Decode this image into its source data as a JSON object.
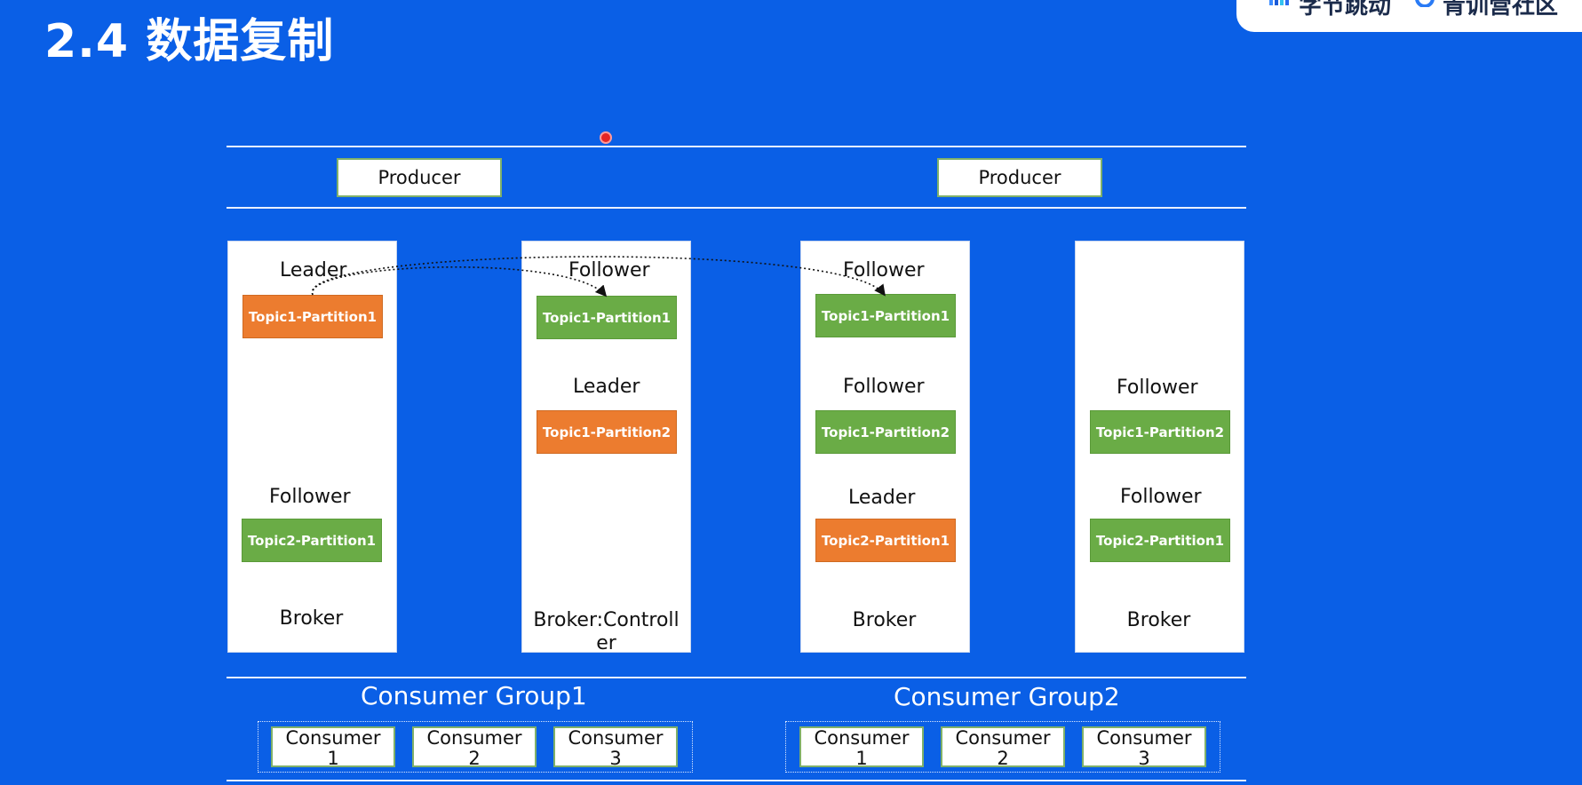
{
  "title": "2.4 数据复制",
  "logo": {
    "left_text": "字节跳动",
    "right_text": "青训营社区"
  },
  "producers": [
    {
      "label": "Producer"
    },
    {
      "label": "Producer"
    }
  ],
  "brokers": [
    {
      "label": "Broker",
      "slots": [
        {
          "role": "Leader",
          "partition": "Topic1-Partition1",
          "kind": "leader"
        },
        {
          "role": "Follower",
          "partition": "Topic2-Partition1",
          "kind": "follower"
        }
      ]
    },
    {
      "label": "Broker:Controller",
      "slots": [
        {
          "role": "Follower",
          "partition": "Topic1-Partition1",
          "kind": "follower"
        },
        {
          "role": "Leader",
          "partition": "Topic1-Partition2",
          "kind": "leader"
        }
      ]
    },
    {
      "label": "Broker",
      "slots": [
        {
          "role": "Follower",
          "partition": "Topic1-Partition1",
          "kind": "follower"
        },
        {
          "role": "Follower",
          "partition": "Topic1-Partition2",
          "kind": "follower"
        },
        {
          "role": "Leader",
          "partition": "Topic2-Partition1",
          "kind": "leader"
        }
      ]
    },
    {
      "label": "Broker",
      "slots": [
        {
          "role": "Follower",
          "partition": "Topic1-Partition2",
          "kind": "follower"
        },
        {
          "role": "Follower",
          "partition": "Topic2-Partition1",
          "kind": "follower"
        }
      ]
    }
  ],
  "consumer_groups": [
    {
      "name": "Consumer Group1",
      "consumers": [
        {
          "line1": "Consumer",
          "line2": "1"
        },
        {
          "line1": "Consumer",
          "line2": "2"
        },
        {
          "line1": "Consumer",
          "line2": "3"
        }
      ]
    },
    {
      "name": "Consumer Group2",
      "consumers": [
        {
          "line1": "Consumer",
          "line2": "1"
        },
        {
          "line1": "Consumer",
          "line2": "2"
        },
        {
          "line1": "Consumer",
          "line2": "3"
        }
      ]
    }
  ],
  "colors": {
    "background": "#0a5fe6",
    "leader": "#ec7c2f",
    "follower": "#6aac46"
  }
}
